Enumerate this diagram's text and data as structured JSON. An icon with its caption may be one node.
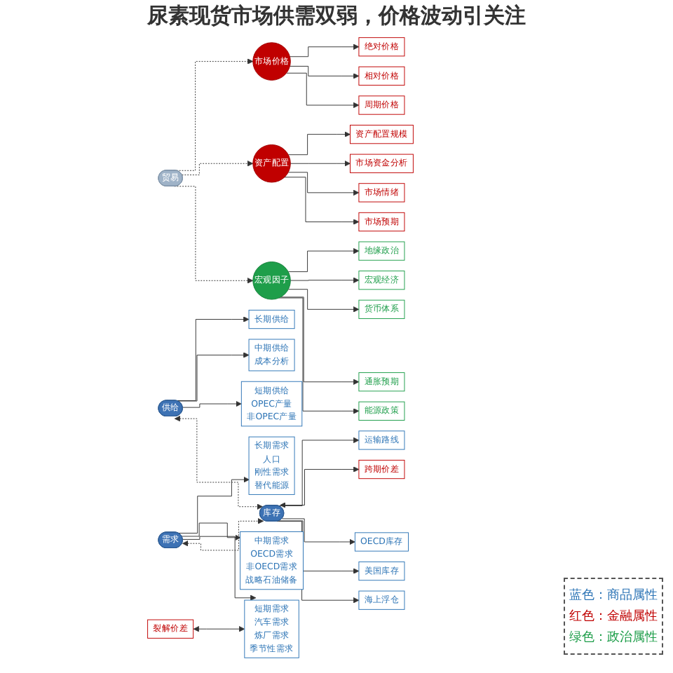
{
  "diagram": {
    "title": "尿素现货市场供需双弱，价格波动引关注",
    "nodes": [
      {
        "text": [
          "市场价格"
        ]
      },
      {
        "text": [
          "绝对价格"
        ]
      },
      {
        "text": [
          "相对价格"
        ]
      },
      {
        "text": [
          "周期价格"
        ]
      },
      {
        "text": [
          "资产配置"
        ]
      },
      {
        "text": [
          "资产配置规模"
        ]
      },
      {
        "text": [
          "市场资金分析"
        ]
      },
      {
        "text": [
          "市场情绪"
        ]
      },
      {
        "text": [
          "市场预期"
        ]
      },
      {
        "text": [
          "宏观因子"
        ]
      },
      {
        "text": [
          "地缘政治"
        ]
      },
      {
        "text": [
          "宏观经济"
        ]
      },
      {
        "text": [
          "货币体系"
        ]
      },
      {
        "text": [
          "通胀预期"
        ]
      },
      {
        "text": [
          "能源政策"
        ]
      },
      {
        "text": [
          "供给"
        ]
      },
      {
        "text": [
          "贸易"
        ]
      },
      {
        "text": [
          "需求"
        ]
      },
      {
        "text": [
          "库存"
        ]
      },
      {
        "text": [
          "长期供给"
        ]
      },
      {
        "text": [
          "中期供给",
          "成本分析"
        ]
      },
      {
        "text": [
          "短期供给",
          "OPEC产量",
          "非OPEC产量"
        ]
      },
      {
        "text": [
          "长期需求",
          "人口",
          "刚性需求",
          "替代能源"
        ]
      },
      {
        "text": [
          "中期需求",
          "OECD需求",
          "非OECD需求",
          "战略石油储备"
        ]
      },
      {
        "text": [
          "短期需求",
          "汽车需求",
          "炼厂需求",
          "季节性需求"
        ]
      },
      {
        "text": [
          "运输路线"
        ]
      },
      {
        "text": [
          "跨期价差"
        ]
      },
      {
        "text": [
          "裂解价差"
        ]
      },
      {
        "text": [
          "OECD库存"
        ]
      },
      {
        "text": [
          "美国库存"
        ]
      },
      {
        "text": [
          "海上浮仓"
        ]
      }
    ],
    "edges": [
      {
        "from": 0,
        "to": 1,
        "arrow": "to"
      },
      {
        "from": 0,
        "to": 2,
        "arrow": "to"
      },
      {
        "from": 0,
        "to": 3,
        "arrow": "to"
      },
      {
        "from": 4,
        "to": 5,
        "arrow": "to"
      },
      {
        "from": 4,
        "to": 6,
        "arrow": "to"
      },
      {
        "from": 4,
        "to": 7,
        "arrow": "to"
      },
      {
        "from": 4,
        "to": 8,
        "arrow": "to"
      },
      {
        "from": 9,
        "to": 10,
        "arrow": "to"
      },
      {
        "from": 9,
        "to": 11,
        "arrow": "to"
      },
      {
        "from": 9,
        "to": 12,
        "arrow": "to"
      },
      {
        "from": 9,
        "to": 13,
        "arrow": "to"
      },
      {
        "from": 9,
        "to": 14,
        "arrow": "to"
      },
      {
        "from": 16,
        "to": 0,
        "arrow": "to",
        "style": "dashed"
      },
      {
        "from": 16,
        "to": 4,
        "arrow": "to",
        "style": "dashed"
      },
      {
        "from": 16,
        "to": 9,
        "arrow": "to",
        "style": "dashed"
      },
      {
        "from": 15,
        "to": 19,
        "arrow": "to"
      },
      {
        "from": 15,
        "to": 20,
        "arrow": "to"
      },
      {
        "from": 15,
        "to": 21,
        "arrow": "to"
      },
      {
        "from": 17,
        "to": 22,
        "arrow": "to"
      },
      {
        "from": 17,
        "to": 23,
        "arrow": "to"
      },
      {
        "from": 17,
        "to": 24,
        "arrow": "to"
      },
      {
        "from": 15,
        "to": 18,
        "arrow": "both",
        "style": "dashed"
      },
      {
        "from": 17,
        "to": 18,
        "arrow": "both",
        "style": "dashed"
      },
      {
        "from": 18,
        "to": 25,
        "arrow": "to"
      },
      {
        "from": 18,
        "to": 26,
        "arrow": "both"
      },
      {
        "from": 18,
        "to": 28,
        "arrow": "to"
      },
      {
        "from": 18,
        "to": 29,
        "arrow": "to"
      },
      {
        "from": 18,
        "to": 30,
        "arrow": "to"
      },
      {
        "from": 27,
        "to": 24,
        "arrow": "both"
      }
    ],
    "legend": [
      {
        "text": "蓝色：商品属性",
        "color": "#2e75b6"
      },
      {
        "text": "红色：金融属性",
        "color": "#c00000"
      },
      {
        "text": "绿色：政治属性",
        "color": "#1e9e4a"
      }
    ]
  }
}
